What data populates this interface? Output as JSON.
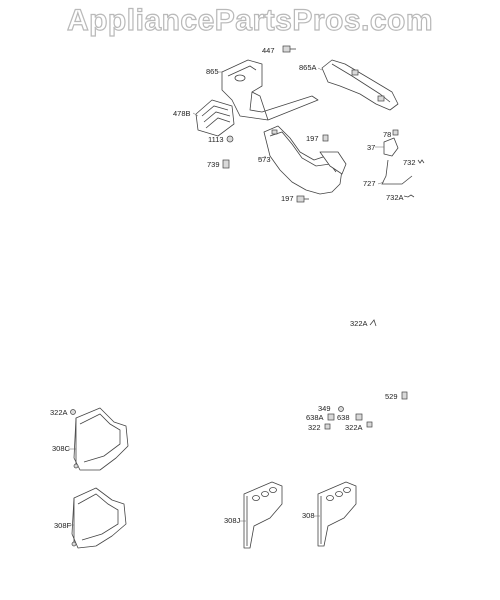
{
  "site": {
    "watermark": "AppliancePartsPros.com"
  },
  "colors": {
    "line": "#444444",
    "watermark": "#b9b9b9",
    "background": "#ffffff"
  },
  "labels": {
    "p447": "447",
    "p865": "865",
    "p865A": "865A",
    "p478B": "478B",
    "p1113": "1113",
    "p197a": "197",
    "p78": "78",
    "p37": "37",
    "p732": "732",
    "p739": "739",
    "p573": "573",
    "p727": "727",
    "p197b": "197",
    "p732A": "732A",
    "p322A_top": "322A",
    "p529": "529",
    "p349": "349",
    "p638A": "638A",
    "p638": "638",
    "p322": "322",
    "p322A_mid": "322A",
    "p322A_left": "322A",
    "p308C": "308C",
    "p308F": "308F",
    "p308J": "308J",
    "p308": "308"
  }
}
